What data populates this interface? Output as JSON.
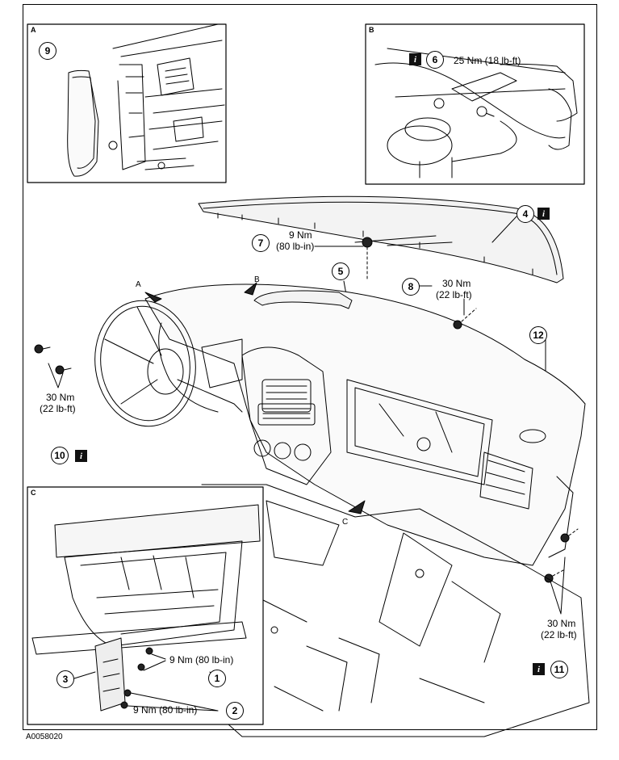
{
  "figure_id": "A0058020",
  "insets": [
    {
      "letter": "A"
    },
    {
      "letter": "B"
    },
    {
      "letter": "C"
    }
  ],
  "view_arrows": [
    "A",
    "B",
    "C"
  ],
  "info_icon_glyph": "i",
  "callouts": [
    {
      "number": "1"
    },
    {
      "number": "2",
      "torque": "9 Nm (80 lb-in)"
    },
    {
      "number": "3"
    },
    {
      "number": "4"
    },
    {
      "number": "5"
    },
    {
      "number": "6",
      "torque": "25 Nm (18 lb-ft)"
    },
    {
      "number": "7",
      "torque_nm": "9 Nm",
      "torque_imp": "(80 lb-in)"
    },
    {
      "number": "8",
      "torque_nm": "30 Nm",
      "torque_imp": "(22 lb-ft)"
    },
    {
      "number": "9"
    },
    {
      "number": "10",
      "torque_nm": "30 Nm",
      "torque_imp": "(22 lb-ft)"
    },
    {
      "number": "11",
      "torque_nm": "30 Nm",
      "torque_imp": "(22 lb-ft)"
    },
    {
      "number": "12"
    }
  ],
  "extra_torque_labels": {
    "c1": "9 Nm (80 lb-in)"
  },
  "colors": {
    "ink": "#000000",
    "paper": "#ffffff",
    "info_bg": "#111111"
  }
}
